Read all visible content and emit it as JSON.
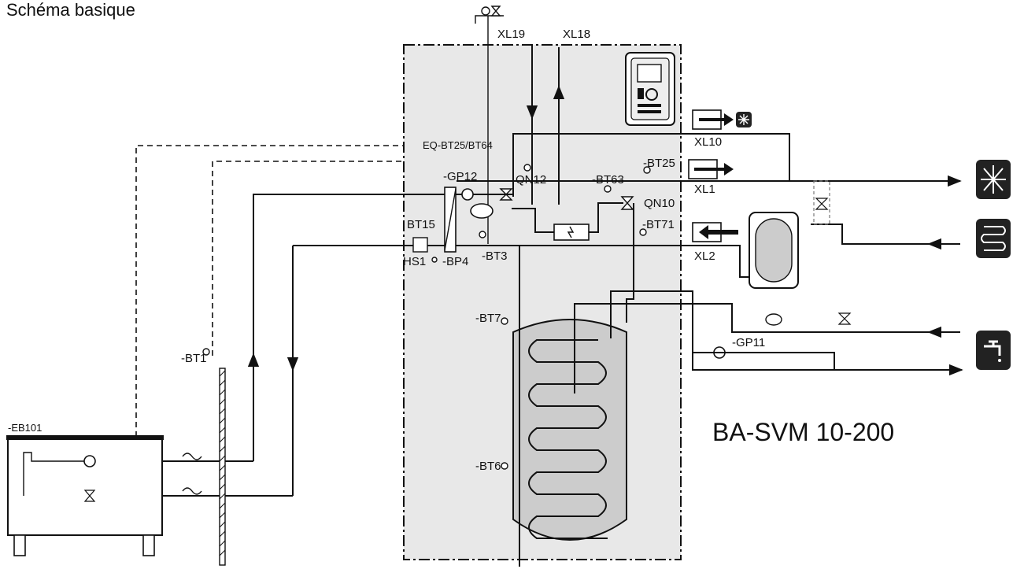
{
  "header": {
    "title": "Schéma basique"
  },
  "product": {
    "name": "BA-SVM 10-200"
  },
  "labels": {
    "xl19": "XL19",
    "xl18": "XL18",
    "xl10": "XL10",
    "xl1": "XL1",
    "xl2": "XL2",
    "eq": "EQ-BT25/BT64",
    "gp12": "-GP12",
    "qn12": "QN12",
    "bt63": "-BT63",
    "bt25": "-BT25",
    "qn10": "QN10",
    "bt71": "-BT71",
    "bt15": "BT15",
    "hs1": "HS1",
    "bp4": "-BP4",
    "bt3": "-BT3",
    "bt7": "-BT7",
    "bt6": "-BT6",
    "gp11": "-GP11",
    "bt1": "-BT1",
    "eb101": "-EB101"
  },
  "icons": {
    "cooling": "snowflake-icon",
    "heating": "radiator-coil-icon",
    "hot_water": "tap-icon",
    "cooling_small": "snowflake-icon"
  },
  "colors": {
    "line": "#111111",
    "module_fill": "#e8e8e8",
    "tank_fill": "#cccccc",
    "icon_bg": "#222222"
  }
}
